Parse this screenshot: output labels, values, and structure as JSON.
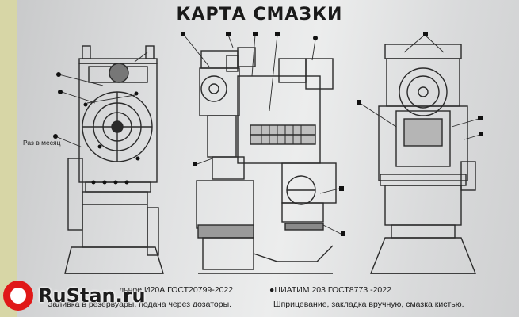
{
  "title": "КАРТА СМАЗКИ",
  "note_month": "Раз в месяц",
  "legend": {
    "oil_line": "льное И20А ГОСТ20799-2022",
    "grease_line": "●ЦИАТИМ 203 ГОСТ8773 -2022",
    "oil_method": "Заливка в резервуары, подача через дозаторы.",
    "grease_method": "Шприцевание, закладка вручную, смазка кистью."
  },
  "watermark": "RuStan.ru"
}
